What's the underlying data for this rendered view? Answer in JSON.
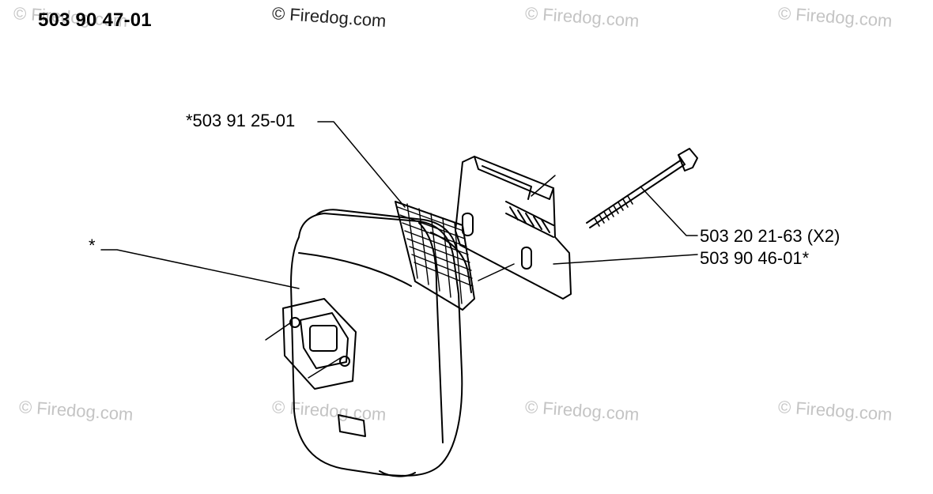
{
  "diagram": {
    "part_number_title": "503 90 47-01",
    "callouts": {
      "screen": "*503 91 25-01",
      "muffler": "*",
      "screw": "503 20 21-63 (X2)",
      "bracket": "503 90 46-01*"
    },
    "watermarks": {
      "top_center": "© Firedog.com",
      "top_right_a": "© Firedog.com",
      "top_right_b": "© Firedog.com",
      "top_left": "© Firedog.com",
      "bottom_left": "© Firedog.com",
      "bottom_center_left": "© Firedog.com",
      "bottom_center_right": "© Firedog.com",
      "bottom_right": "© Firedog.com"
    }
  }
}
